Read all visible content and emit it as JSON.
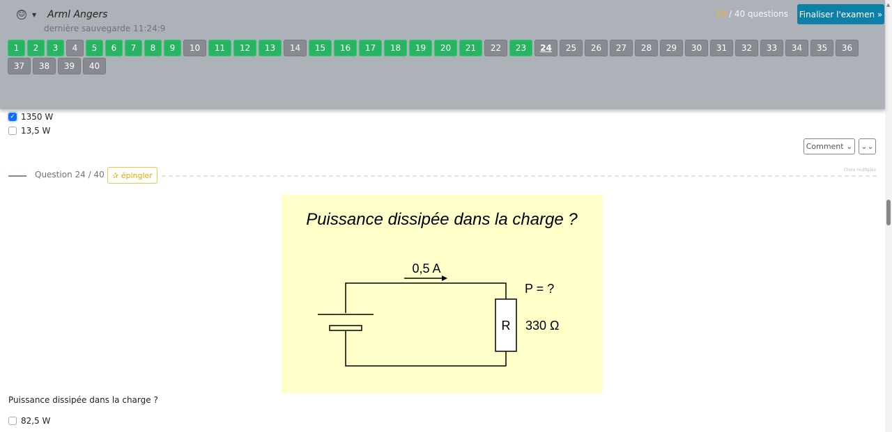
{
  "header": {
    "user_name": "Arml Angers",
    "saved_label": "dernière sauvegarde 11:24:9",
    "answered_count": "19",
    "total_label": " / 40 questions",
    "finalize_label": "Finaliser l'examen »",
    "accessibility_icon": "accessibility-icon",
    "current_question": 24,
    "questions": [
      {
        "n": "1",
        "answered": true
      },
      {
        "n": "2",
        "answered": true
      },
      {
        "n": "3",
        "answered": true
      },
      {
        "n": "4",
        "answered": false
      },
      {
        "n": "5",
        "answered": true
      },
      {
        "n": "6",
        "answered": true
      },
      {
        "n": "7",
        "answered": true
      },
      {
        "n": "8",
        "answered": true
      },
      {
        "n": "9",
        "answered": true
      },
      {
        "n": "10",
        "answered": false
      },
      {
        "n": "11",
        "answered": true
      },
      {
        "n": "12",
        "answered": true
      },
      {
        "n": "13",
        "answered": true
      },
      {
        "n": "14",
        "answered": false
      },
      {
        "n": "15",
        "answered": true
      },
      {
        "n": "16",
        "answered": true
      },
      {
        "n": "17",
        "answered": true
      },
      {
        "n": "18",
        "answered": true
      },
      {
        "n": "19",
        "answered": true
      },
      {
        "n": "20",
        "answered": true
      },
      {
        "n": "21",
        "answered": true
      },
      {
        "n": "22",
        "answered": false
      },
      {
        "n": "23",
        "answered": true
      },
      {
        "n": "24",
        "answered": false
      },
      {
        "n": "25",
        "answered": false
      },
      {
        "n": "26",
        "answered": false
      },
      {
        "n": "27",
        "answered": false
      },
      {
        "n": "28",
        "answered": false
      },
      {
        "n": "29",
        "answered": false
      },
      {
        "n": "30",
        "answered": false
      },
      {
        "n": "31",
        "answered": false
      },
      {
        "n": "32",
        "answered": false
      },
      {
        "n": "33",
        "answered": false
      },
      {
        "n": "34",
        "answered": false
      },
      {
        "n": "35",
        "answered": false
      },
      {
        "n": "36",
        "answered": false
      },
      {
        "n": "37",
        "answered": false
      },
      {
        "n": "38",
        "answered": false
      },
      {
        "n": "39",
        "answered": false
      },
      {
        "n": "40",
        "answered": false
      }
    ]
  },
  "prev_question": {
    "options": [
      {
        "label": "1350 W",
        "checked": true
      },
      {
        "label": "13,5 W",
        "checked": false
      }
    ],
    "comment_label": "Comment ⌄",
    "collapse_label": "⌄⌄"
  },
  "question": {
    "title": "Question 24 / 40",
    "pin_label": "✰ épingler",
    "type": "Choix multiples",
    "text": "Puissance dissipée dans la charge ?",
    "figure": {
      "title": "Puissance dissipée dans la charge ?",
      "current": "0,5 A",
      "power": "P = ?",
      "resistor": "R",
      "resistance": "330 Ω"
    },
    "options": [
      {
        "label": "82,5 W",
        "checked": false
      }
    ]
  },
  "colors": {
    "answered": "#28b463",
    "unanswered": "#878a90",
    "accent": "#0e7fa6",
    "pin": "#f5c242",
    "figure_bg": "#ffffc9"
  }
}
